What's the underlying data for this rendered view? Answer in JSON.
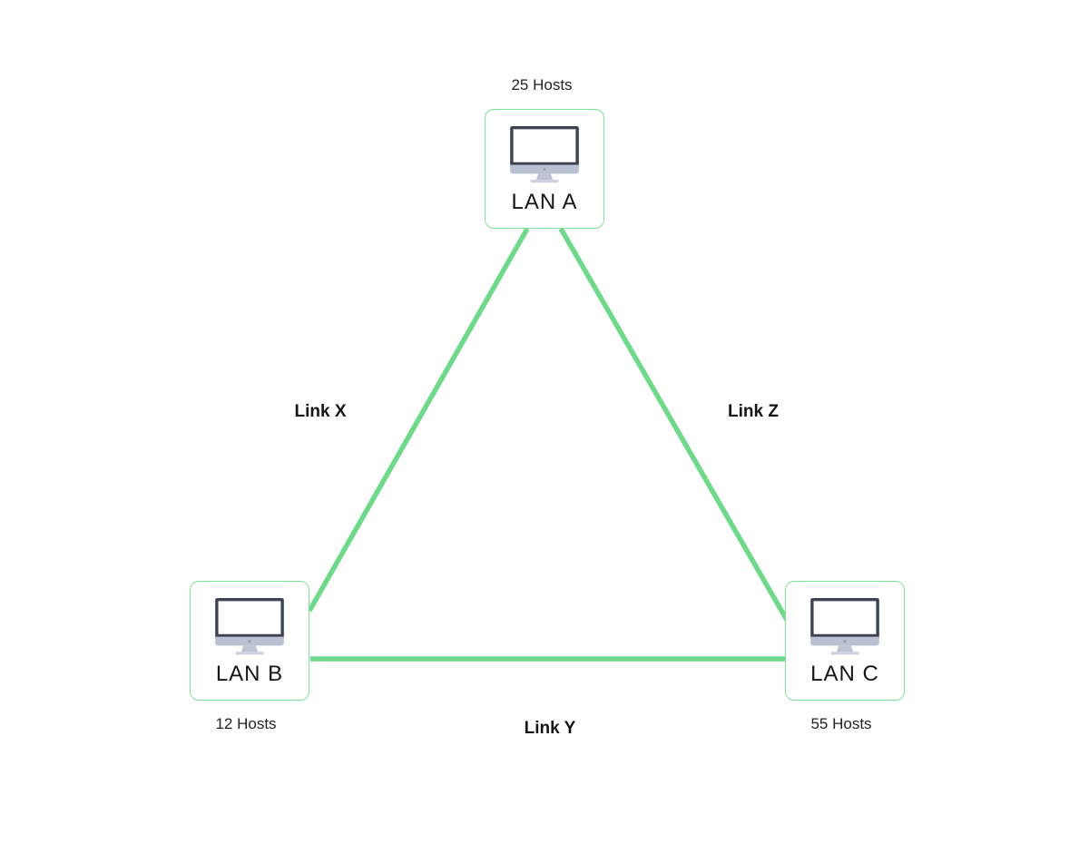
{
  "diagram": {
    "nodes": [
      {
        "id": "lan-a",
        "label": "LAN A",
        "hosts": "25 Hosts"
      },
      {
        "id": "lan-b",
        "label": "LAN B",
        "hosts": "12 Hosts"
      },
      {
        "id": "lan-c",
        "label": "LAN C",
        "hosts": "55 Hosts"
      }
    ],
    "links": [
      {
        "id": "link-x",
        "label": "Link X",
        "endpoints": [
          "LAN A",
          "LAN B"
        ]
      },
      {
        "id": "link-y",
        "label": "Link Y",
        "endpoints": [
          "LAN B",
          "LAN C"
        ]
      },
      {
        "id": "link-z",
        "label": "Link Z",
        "endpoints": [
          "LAN A",
          "LAN C"
        ]
      }
    ],
    "colors": {
      "link_line": "#6fd98b",
      "node_border": "#7ee09a",
      "monitor_frame": "#3d4352",
      "monitor_chin": "#b9c0d2",
      "monitor_stand": "#bcc3d3",
      "text_main": "#161616"
    }
  }
}
